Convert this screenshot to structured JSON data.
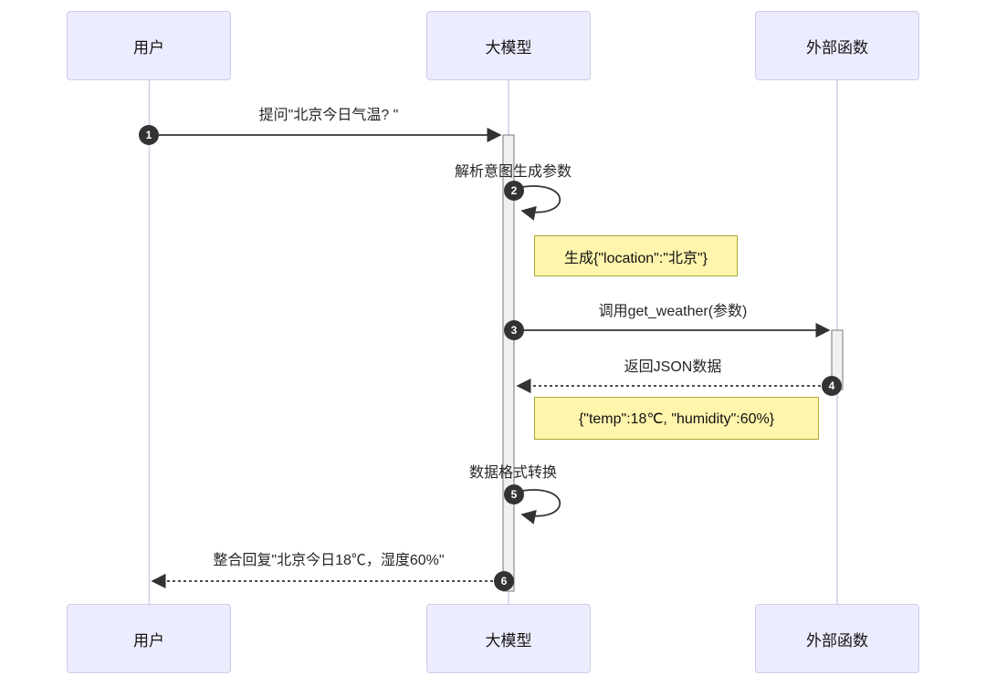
{
  "diagram": {
    "title": "function-calling-sequence-diagram",
    "actors": [
      {
        "id": "user",
        "label": "用户"
      },
      {
        "id": "llm",
        "label": "大模型"
      },
      {
        "id": "external",
        "label": "外部函数"
      }
    ],
    "messages": [
      {
        "num": "1",
        "from": "user",
        "to": "llm",
        "type": "solid",
        "label": "提问\"北京今日气温? \""
      },
      {
        "num": "2",
        "from": "llm",
        "to": "llm",
        "type": "self",
        "label": "解析意图生成参数"
      },
      {
        "num": "3",
        "from": "llm",
        "to": "external",
        "type": "solid",
        "label": "调用get_weather(参数)"
      },
      {
        "num": "4",
        "from": "external",
        "to": "llm",
        "type": "dashed",
        "label": "返回JSON数据"
      },
      {
        "num": "5",
        "from": "llm",
        "to": "llm",
        "type": "self",
        "label": "数据格式转换"
      },
      {
        "num": "6",
        "from": "llm",
        "to": "user",
        "type": "dashed",
        "label": "整合回复\"北京今日18℃，湿度60%\""
      }
    ],
    "notes": [
      {
        "over": "llm-external",
        "label": "生成{\"location\":\"北京\"}"
      },
      {
        "over": "llm-external",
        "label": "{\"temp\":18℃, \"humidity\":60%}"
      }
    ],
    "colors": {
      "actor_fill": "#ECECFF",
      "actor_border": "#CFCCE8",
      "lifeline": "#D5CFE8",
      "activation_fill": "#F0F0F0",
      "activation_border": "#777777",
      "arrow": "#333333",
      "note_fill": "#FFF5AD",
      "note_border": "#AAAA33",
      "number_circle": "#333333"
    }
  }
}
